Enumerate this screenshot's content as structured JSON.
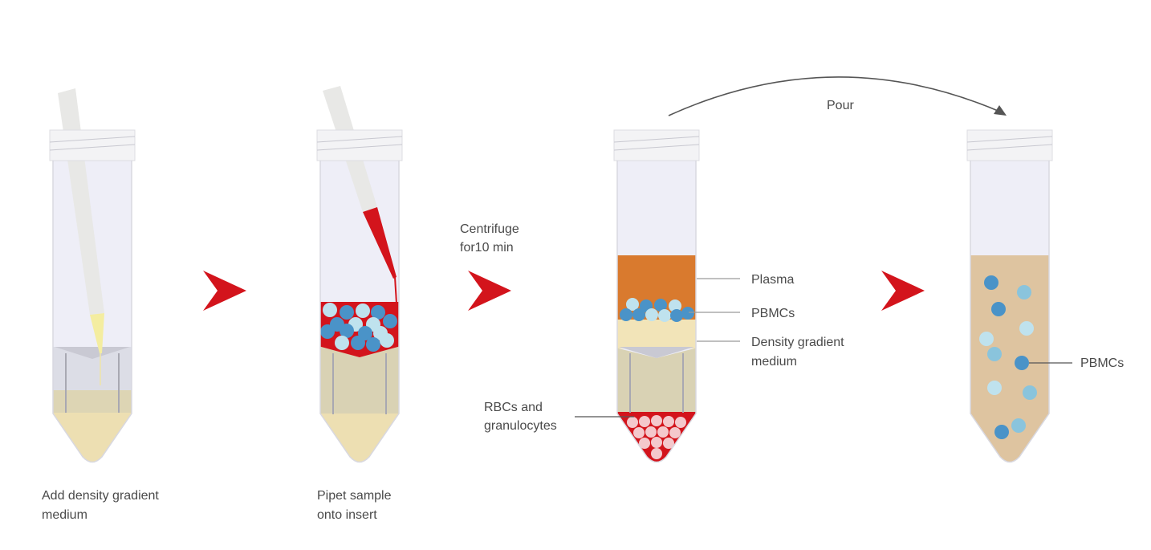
{
  "steps": [
    {
      "caption_line1": "Add density gradient",
      "caption_line2": "medium"
    },
    {
      "caption_line1": "Pipet sample",
      "caption_line2": "onto insert"
    },
    {
      "caption_line1": "",
      "caption_line2": ""
    },
    {
      "caption_line1": "",
      "caption_line2": ""
    }
  ],
  "transitions": {
    "centrifuge_line1": "Centrifuge",
    "centrifuge_line2": "for10 min",
    "pour": "Pour"
  },
  "labels": {
    "plasma": "Plasma",
    "pbmcs": "PBMCs",
    "density_line1": "Density gradient",
    "density_line2": "medium",
    "rbcs_line1": "RBCs and",
    "rbcs_line2": "granulocytes",
    "pbmcs_final": "PBMCs"
  },
  "colors": {
    "arrow": "#d3141c",
    "blood": "#d3141c",
    "plasma": "#d97a2e",
    "gradient_medium": "#f2e4b8",
    "tube_empty": "#eeeef7",
    "final_suspension": "#dec4a0",
    "pbmc_dark": "#4a93c8",
    "pbmc_light": "#bfe2ee"
  }
}
